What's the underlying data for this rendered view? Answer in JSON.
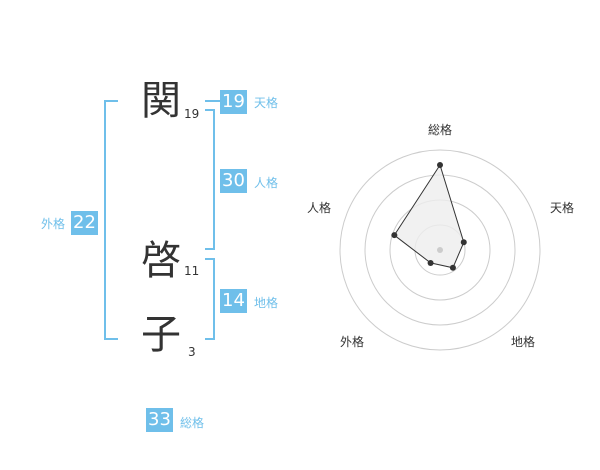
{
  "colors": {
    "accent": "#6fbfea",
    "text": "#333333",
    "ring": "#cccccc",
    "fill": "#eeeeee"
  },
  "name": {
    "chars": [
      {
        "char": "関",
        "strokes": "19"
      },
      {
        "char": "啓",
        "strokes": "11"
      },
      {
        "char": "子",
        "strokes": "3"
      }
    ]
  },
  "fortune": {
    "tenkaku": {
      "value": "19",
      "label": "天格"
    },
    "jinkaku": {
      "value": "30",
      "label": "人格"
    },
    "chikaku": {
      "value": "14",
      "label": "地格"
    },
    "gaikaku": {
      "value": "22",
      "label": "外格"
    },
    "soukaku": {
      "value": "33",
      "label": "総格"
    }
  },
  "chart_data": {
    "type": "radar",
    "axes": [
      "総格",
      "天格",
      "地格",
      "外格",
      "人格"
    ],
    "values": [
      0.85,
      0.25,
      0.22,
      0.16,
      0.48
    ],
    "range": [
      0,
      1
    ],
    "rings": 4
  }
}
